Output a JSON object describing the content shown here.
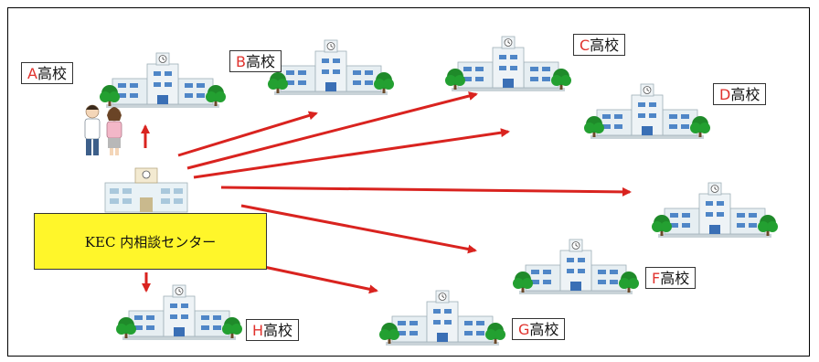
{
  "center": {
    "label": "KEC 内相談センター"
  },
  "schools": [
    {
      "id": "a",
      "letter": "A",
      "name": "高校"
    },
    {
      "id": "b",
      "letter": "B",
      "name": "高校"
    },
    {
      "id": "c",
      "letter": "C",
      "name": "高校"
    },
    {
      "id": "d",
      "letter": "D",
      "name": "高校"
    },
    {
      "id": "f",
      "letter": "F",
      "name": "高校"
    },
    {
      "id": "g",
      "letter": "G",
      "name": "高校"
    },
    {
      "id": "h",
      "letter": "H",
      "name": "高校"
    }
  ],
  "colors": {
    "arrow": "#d9231f",
    "label_letter": "#e0322d",
    "center_box": "#fff62a",
    "building_wall": "#e6eef2",
    "building_window": "#4f86c7",
    "tree": "#1f8a2a"
  },
  "icons": [
    "school-building-icon",
    "teachers-icon"
  ]
}
